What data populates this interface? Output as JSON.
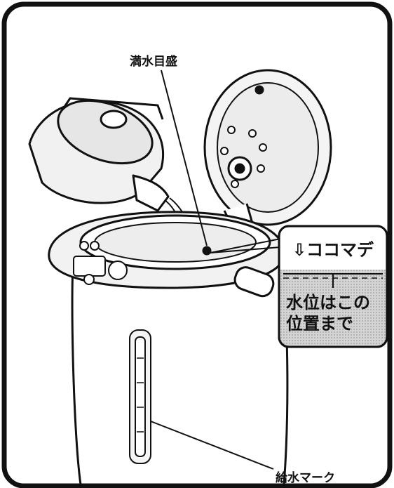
{
  "labels": {
    "full_water_scale": "満水目盛",
    "water_supply_mark": "給水マーク"
  },
  "callout": {
    "top_text": "⇩ココマデ",
    "line1": "水位はこの",
    "line2": "位置まで"
  },
  "colors": {
    "line": "#111111",
    "water_fill": "#c9c9c9",
    "frame_bg": "#ffffff"
  }
}
